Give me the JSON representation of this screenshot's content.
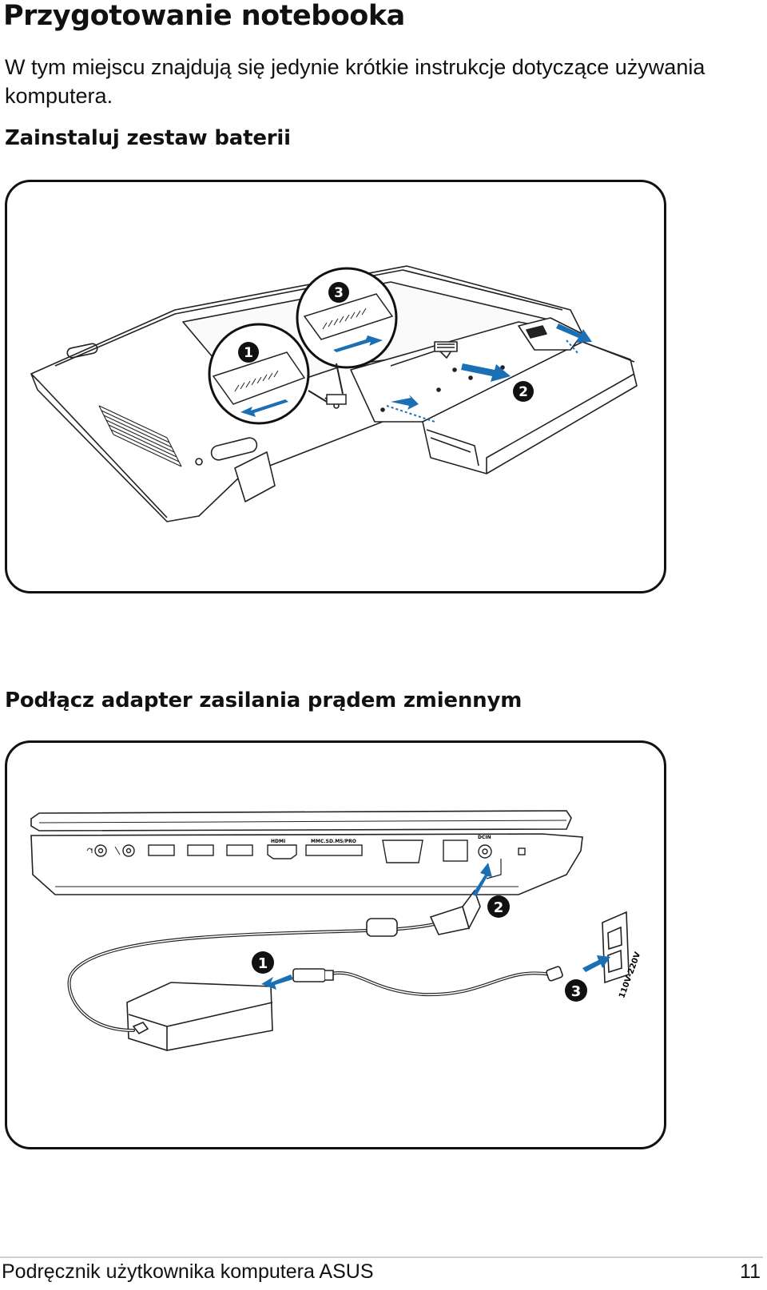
{
  "page": {
    "title": "Przygotowanie notebooka",
    "intro": "W tym miejscu znajdują się jedynie krótkie instrukcje dotyczące używania komputera."
  },
  "sections": {
    "battery": {
      "heading": "Zainstaluj zestaw baterii",
      "steps": [
        "1",
        "2",
        "3"
      ]
    },
    "adapter": {
      "heading": "Podłącz adapter zasilania prądem zmiennym",
      "steps": [
        "1",
        "2",
        "3"
      ],
      "port_labels": {
        "hdmi": "HDMI",
        "card": "MMC.SD.MS/PRO",
        "dcin": "DCIN"
      },
      "voltage_label": "110V-220V"
    }
  },
  "footer": {
    "text": "Podręcznik użytkownika komputera ASUS",
    "page_number": "11"
  }
}
